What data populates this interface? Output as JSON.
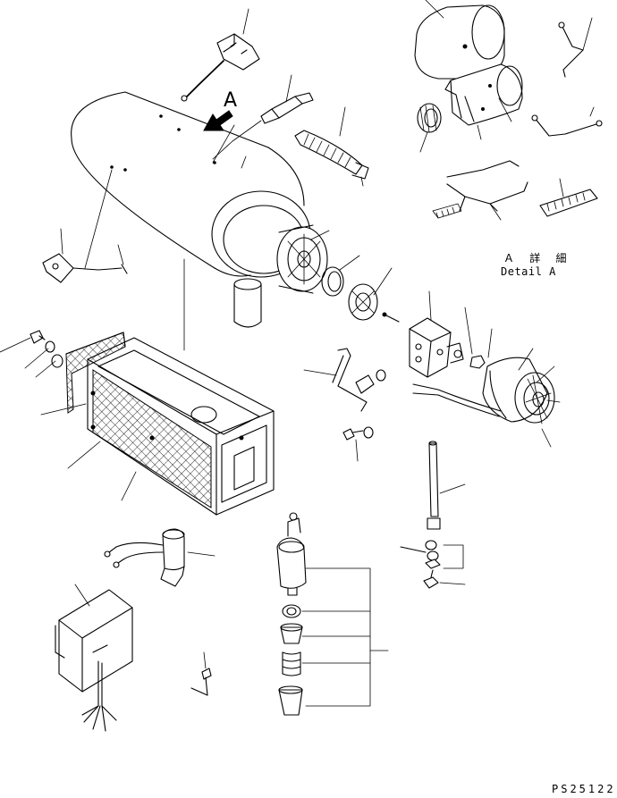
{
  "diagram": {
    "view_marker": "A",
    "detail_label_jp": "Ａ 詳 細",
    "detail_label_en": "Detail A",
    "drawing_code": "PS25122"
  }
}
